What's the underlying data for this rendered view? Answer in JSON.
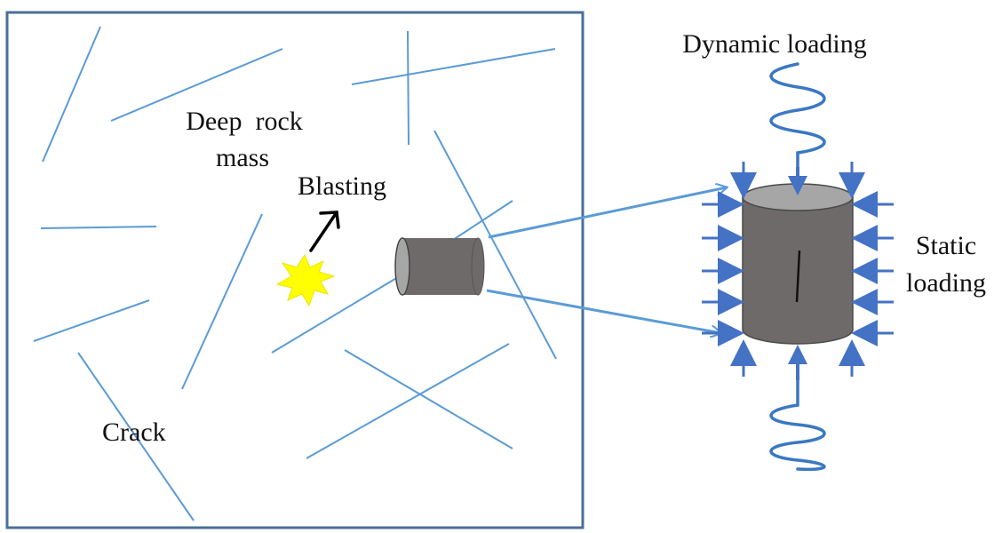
{
  "labels": {
    "rock_mass_line1": "Deep  rock",
    "rock_mass_line2": "mass",
    "blasting": "Blasting",
    "crack": "Crack",
    "dynamic_loading": "Dynamic loading",
    "static_line1": "Static",
    "static_line2": "loading"
  },
  "colors": {
    "frame": "#4a6f99",
    "crack": "#5b9bd5",
    "arrow_blue": "#4472c4",
    "cylinder_body": "#6e6a69",
    "cylinder_top": "#a6a6a6",
    "blast": "#ffff00"
  },
  "icons": {
    "blast": "blast-star-icon",
    "blast_direction": "arrow-up-right-icon",
    "specimen": "rock-core-cylinder-icon"
  }
}
